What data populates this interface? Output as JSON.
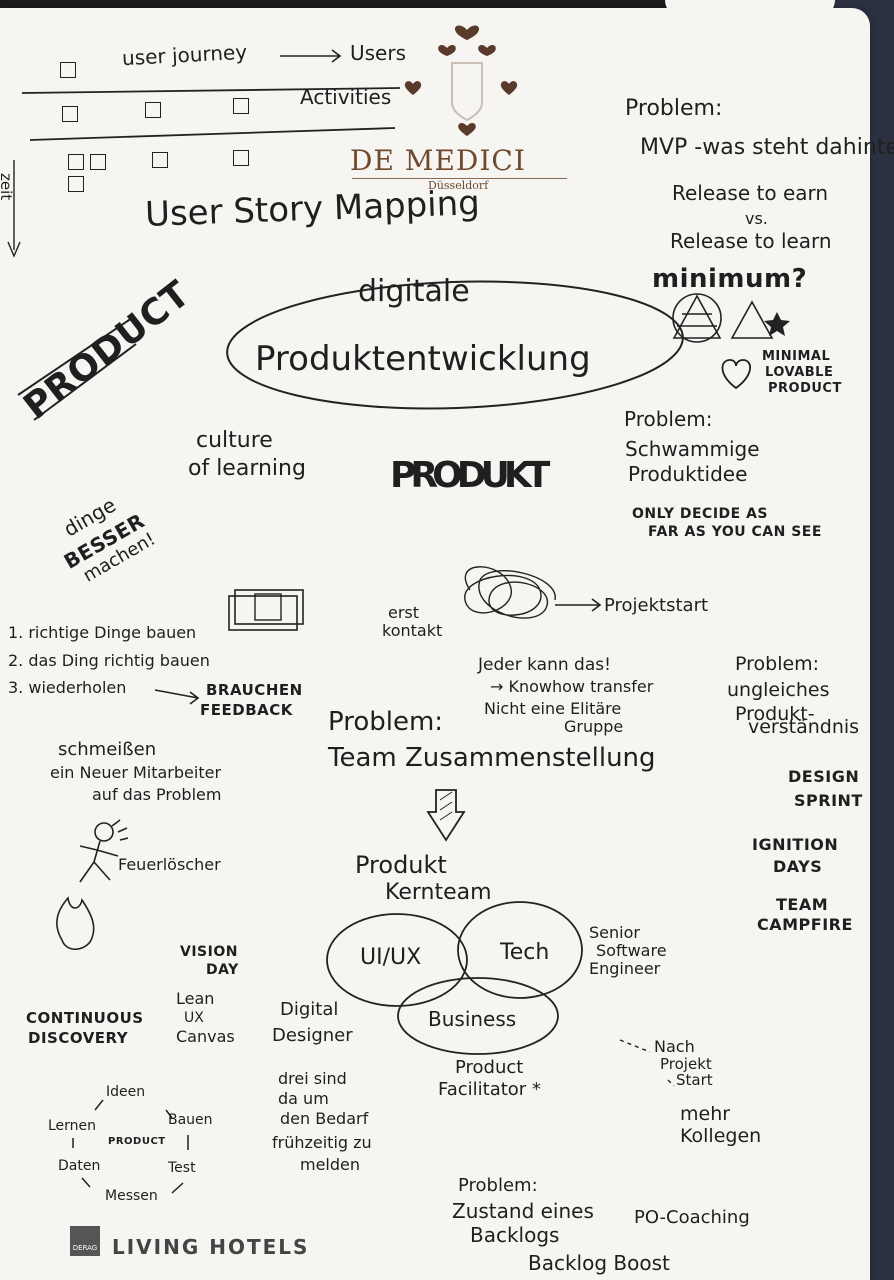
{
  "journey": {
    "user_journey": "user journey",
    "users": "Users",
    "activities": "Activities",
    "zeit": "zeit",
    "title": "User Story Mapping"
  },
  "logo_medici": {
    "name": "DE MEDICI",
    "city": "Düsseldorf"
  },
  "mvp": {
    "problem": "Problem:",
    "line1": "MVP -was steht dahinter",
    "line2": "Release to earn",
    "vs": "vs.",
    "line3": "Release to learn",
    "minimum": "minimum?",
    "lovable_1": "MINIMAL",
    "lovable_2": "LOVABLE",
    "lovable_3": "PRODUCT"
  },
  "center": {
    "line1": "digitale",
    "line2": "Produktentwicklung"
  },
  "left": {
    "product": "PRODUCT",
    "culture_1": "culture",
    "culture_2": "of learning",
    "dinge_1": "dinge",
    "dinge_2": "BESSER",
    "dinge_3": "machen!",
    "produkt_scribble": "PRODUKT"
  },
  "schwammig": {
    "problem": "Problem:",
    "line1": "Schwammige",
    "line2": "Produktidee",
    "decide_1": "ONLY DECIDE AS",
    "decide_2": "FAR AS YOU CAN SEE"
  },
  "start": {
    "erst_1": "erst",
    "erst_2": "kontakt",
    "projektstart": "Projektstart"
  },
  "steps": {
    "s1": "1. richtige Dinge bauen",
    "s2": "2. das Ding richtig bauen",
    "s3": "3. wiederholen",
    "feedback_1": "BRAUCHEN",
    "feedback_2": "FEEDBACK"
  },
  "jeder": {
    "line1": "Jeder kann das!",
    "line2": "→ Knowhow transfer",
    "line3": "Nicht eine Elitäre",
    "line4": "Gruppe"
  },
  "ungleich": {
    "problem": "Problem:",
    "line1": "ungleiches",
    "line2": "Produkt-",
    "line3": "verständnis",
    "design_1": "DESIGN",
    "design_2": "SPRINT",
    "ignition_1": "IGNITION",
    "ignition_2": "DAYS",
    "team_1": "TEAM",
    "team_2": "CAMPFIRE"
  },
  "team": {
    "problem": "Problem:",
    "title": "Team Zusammenstellung",
    "kern_1": "Produkt",
    "kern_2": "Kernteam",
    "uiux": "UI/UX",
    "tech": "Tech",
    "business": "Business",
    "senior_1": "Senior",
    "senior_2": "Software",
    "senior_3": "Engineer",
    "facilitator_1": "Product",
    "facilitator_2": "Facilitator *"
  },
  "schmeissen": {
    "line1": "schmeißen",
    "line2": "ein Neuer Mitarbeiter",
    "line3": "auf das Problem",
    "feuer": "Feuerlöscher"
  },
  "bottom_left": {
    "vision_1": "VISION",
    "vision_2": "DAY",
    "continuous_1": "CONTINUOUS",
    "continuous_2": "DISCOVERY",
    "lean_1": "Lean",
    "lean_2": "UX",
    "lean_3": "Canvas",
    "digital_1": "Digital",
    "digital_2": "Designer",
    "drei_1": "drei sind",
    "drei_2": "da um",
    "drei_3": "den Bedarf",
    "drei_4": "frühzeitig zu",
    "drei_5": "melden"
  },
  "cycle": {
    "ideen": "Ideen",
    "bauen": "Bauen",
    "test": "Test",
    "messen": "Messen",
    "daten": "Daten",
    "lernen": "Lernen",
    "center": "PRODUCT"
  },
  "nach": {
    "line1": "Nach",
    "line2": "Projekt",
    "line3": "Start",
    "mehr_1": "mehr",
    "mehr_2": "Kollegen"
  },
  "backlog": {
    "problem": "Problem:",
    "line1": "Zustand eines",
    "line2": "Backlogs",
    "coaching": "PO-Coaching",
    "boost": "Backlog Boost"
  },
  "living": {
    "name": "LIVING HOTELS",
    "mark": "DERAG"
  },
  "colors": {
    "ink": "#1f1f1f",
    "logo_brown": "#6e4a2e",
    "heart": "#5a3a2a",
    "paper": "#f6f5f2"
  }
}
